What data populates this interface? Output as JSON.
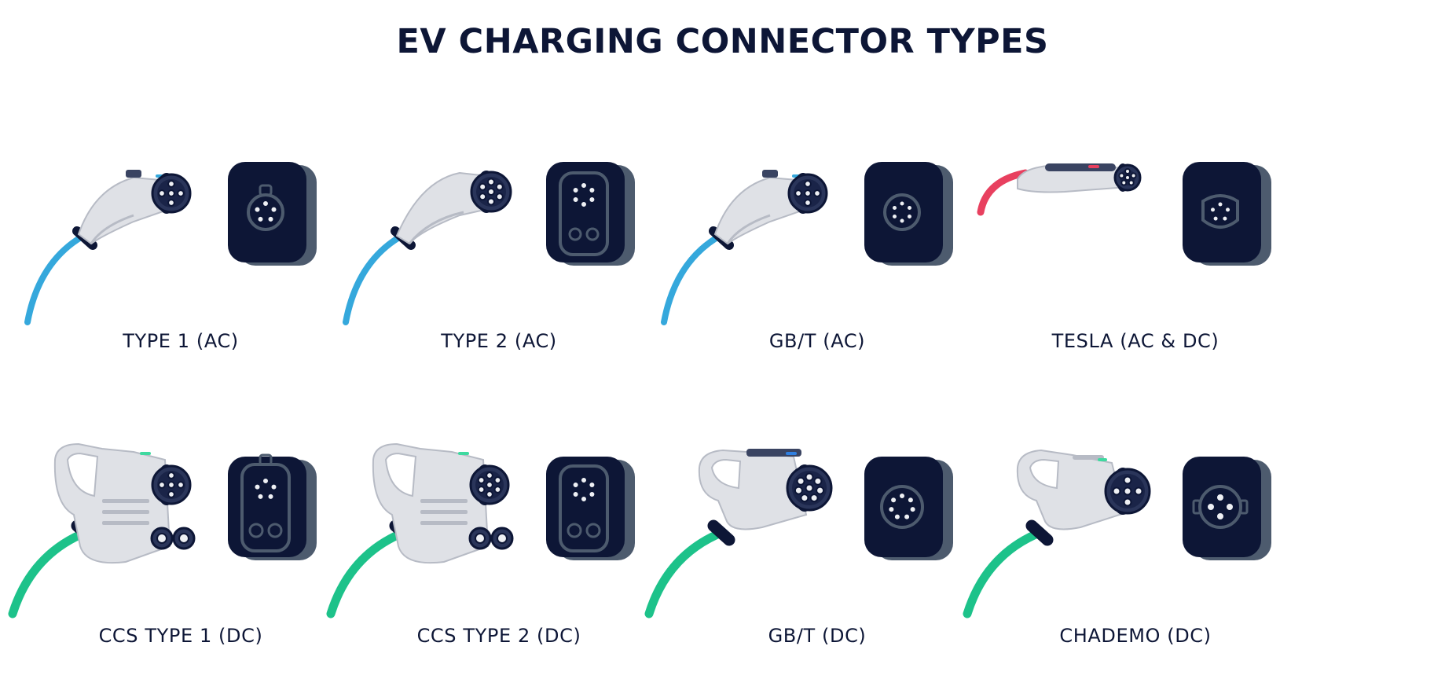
{
  "title": "EV CHARGING CONNECTOR TYPES",
  "colors": {
    "navy": "#0d1636",
    "socket_back": "#4d5b6e",
    "handle_light": "#dfe1e6",
    "handle_shade": "#b7bbc5",
    "cable_ac": "#35a8dc",
    "cable_dc": "#1dc28a",
    "cable_tesla": "#e8405f",
    "indicator": "#3fd9a0"
  },
  "connectors": [
    {
      "label": "TYPE 1 (AC)",
      "cable": "cable_ac",
      "style": "type1-ac",
      "socket": "type1-socket",
      "icon": "type1-plug-icon"
    },
    {
      "label": "TYPE 2 (AC)",
      "cable": "cable_ac",
      "style": "type2-ac",
      "socket": "type2-socket",
      "icon": "type2-plug-icon"
    },
    {
      "label": "GB/T (AC)",
      "cable": "cable_ac",
      "style": "gbt-ac",
      "socket": "gbt-ac-socket",
      "icon": "gbt-ac-plug-icon"
    },
    {
      "label": "TESLA (AC & DC)",
      "cable": "cable_tesla",
      "style": "tesla",
      "socket": "tesla-socket",
      "icon": "tesla-plug-icon"
    },
    {
      "label": "CCS TYPE 1 (DC)",
      "cable": "cable_dc",
      "style": "ccs1-dc",
      "socket": "ccs1-socket",
      "icon": "ccs1-plug-icon"
    },
    {
      "label": "CCS TYPE 2 (DC)",
      "cable": "cable_dc",
      "style": "ccs2-dc",
      "socket": "ccs2-socket",
      "icon": "ccs2-plug-icon"
    },
    {
      "label": "GB/T (DC)",
      "cable": "cable_dc",
      "style": "gbt-dc",
      "socket": "gbt-dc-socket",
      "icon": "gbt-dc-plug-icon"
    },
    {
      "label": "CHADEMO (DC)",
      "cable": "cable_dc",
      "style": "chademo",
      "socket": "chademo-socket",
      "icon": "chademo-plug-icon"
    }
  ]
}
